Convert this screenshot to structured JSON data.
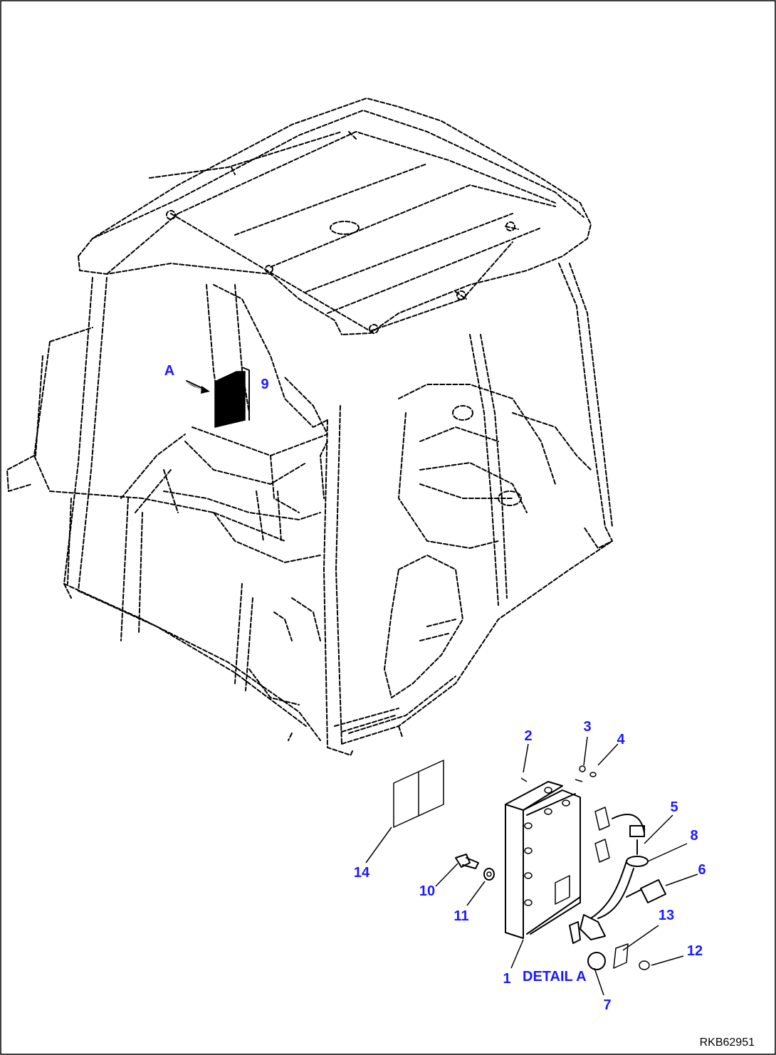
{
  "drawing": {
    "drawing_number": "RKB62951",
    "detail_label": "DETAIL A",
    "view_marker": "A",
    "callouts": [
      "1",
      "2",
      "3",
      "4",
      "5",
      "6",
      "7",
      "8",
      "9",
      "10",
      "11",
      "12",
      "13",
      "14"
    ]
  },
  "colors": {
    "callout": "#1a1aff",
    "line": "#000000",
    "background": "#ffffff"
  }
}
